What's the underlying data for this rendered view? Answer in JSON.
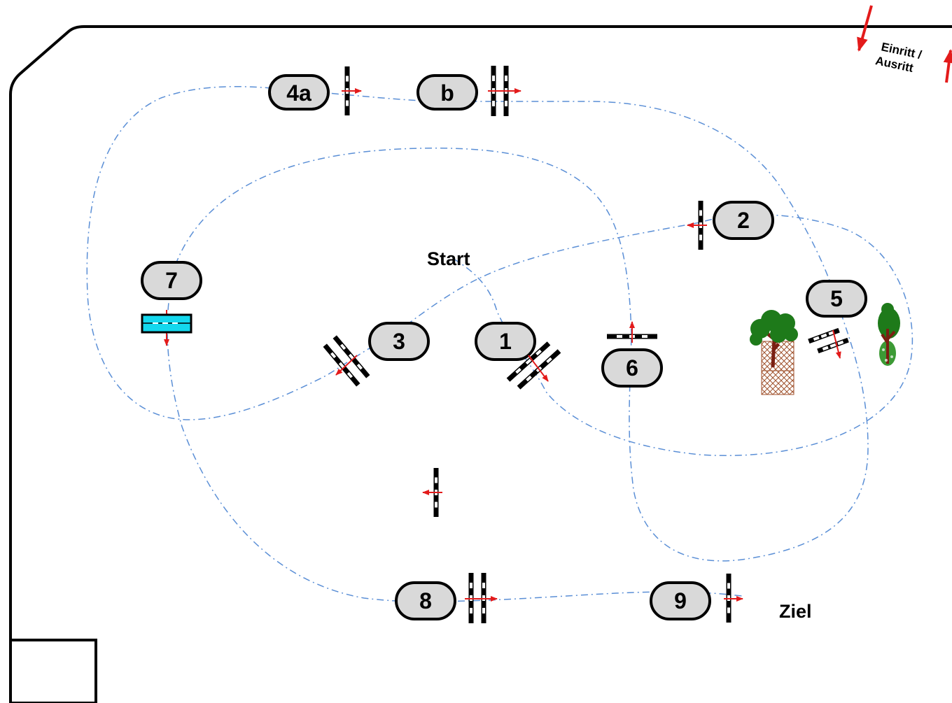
{
  "arena": {
    "start_label": "Start",
    "finish_label": "Ziel",
    "entry_label_line1": "Einritt /",
    "entry_label_line2": "Ausritt"
  },
  "obstacles": [
    {
      "id": "1",
      "label": "1"
    },
    {
      "id": "2",
      "label": "2"
    },
    {
      "id": "3",
      "label": "3"
    },
    {
      "id": "4a",
      "label": "4a"
    },
    {
      "id": "4b",
      "label": "b"
    },
    {
      "id": "5",
      "label": "5"
    },
    {
      "id": "6",
      "label": "6"
    },
    {
      "id": "7",
      "label": "7"
    },
    {
      "id": "8",
      "label": "8"
    },
    {
      "id": "9",
      "label": "9"
    }
  ],
  "colors": {
    "route": "#5b8fd6",
    "direction_arrow": "#e31b1b",
    "water": "#14d8ee",
    "number_fill": "#d9d9d9",
    "outline": "#000000",
    "tree_foliage": "#1e7a1a",
    "tree_trunk": "#7a1f12"
  }
}
